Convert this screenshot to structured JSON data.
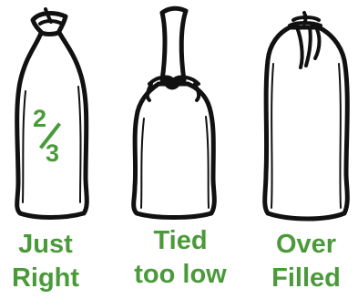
{
  "accent_color": "#4a9a3a",
  "outline_color": "#111111",
  "bags": [
    {
      "caption_line1": "Just",
      "caption_line2": "Right",
      "fraction_numerator": "2",
      "fraction_denominator": "3"
    },
    {
      "caption_line1": "Tied",
      "caption_line2": "too low"
    },
    {
      "caption_line1": "Over",
      "caption_line2": "Filled"
    }
  ]
}
